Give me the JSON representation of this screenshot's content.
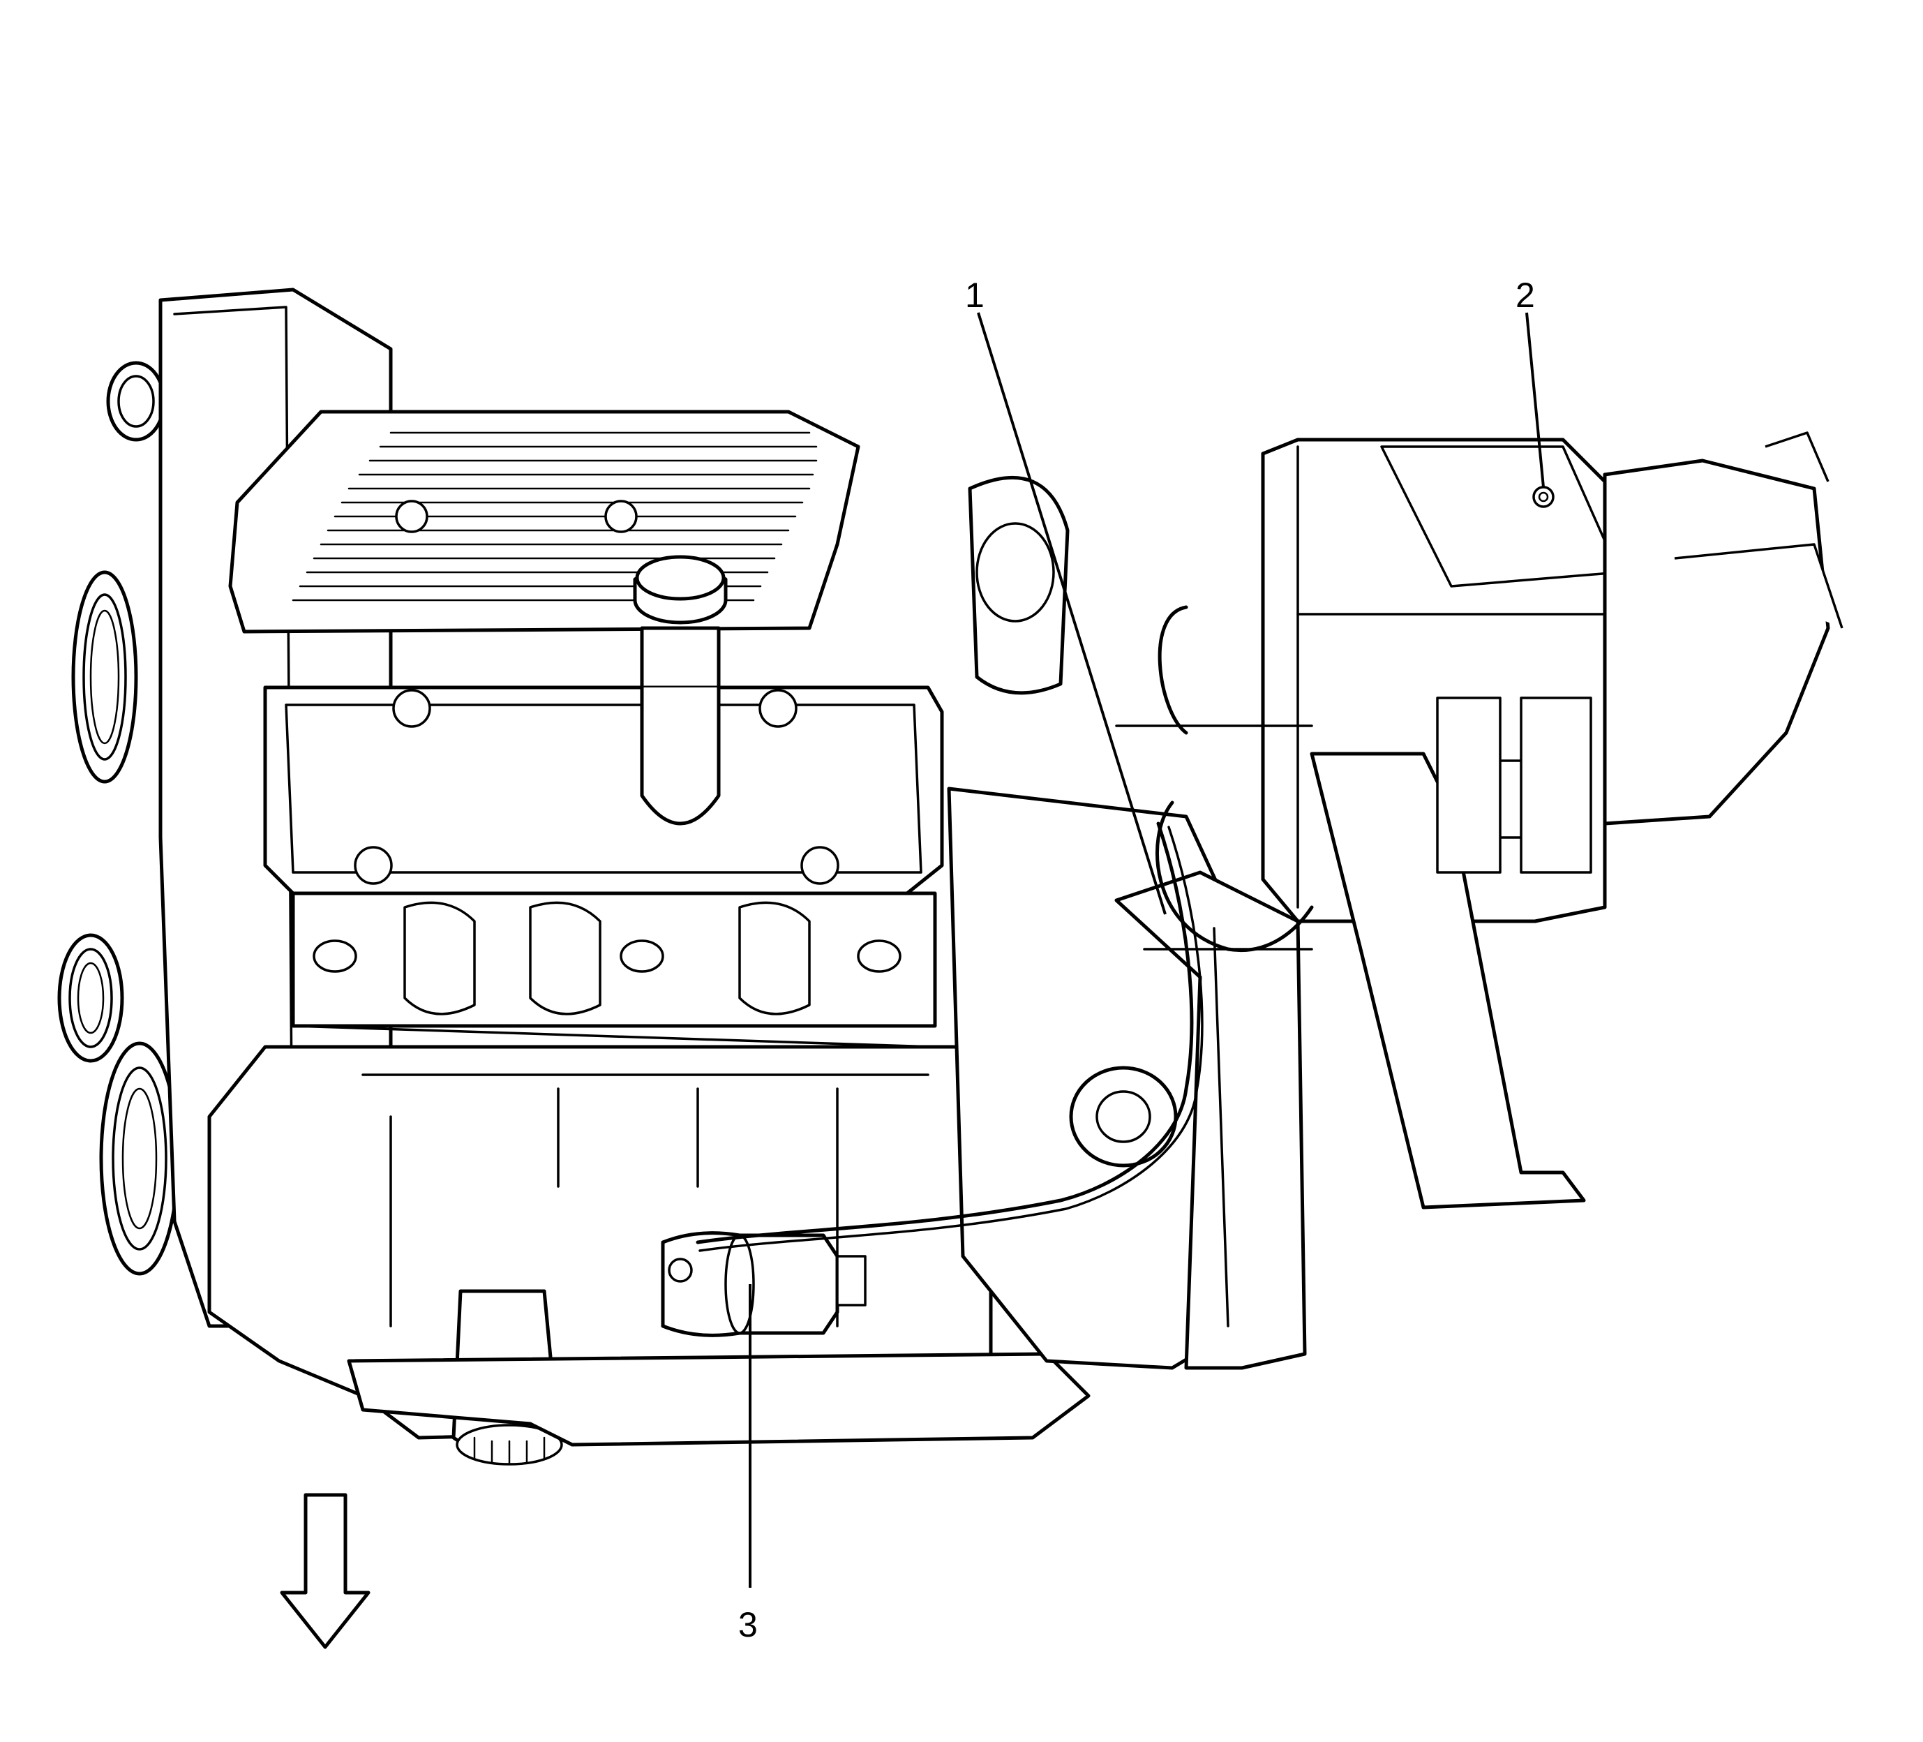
{
  "callouts": [
    {
      "id": "1",
      "label": "1"
    },
    {
      "id": "2",
      "label": "2"
    },
    {
      "id": "3",
      "label": "3"
    }
  ],
  "icons": {
    "direction_arrow": "arrow-down-icon"
  }
}
